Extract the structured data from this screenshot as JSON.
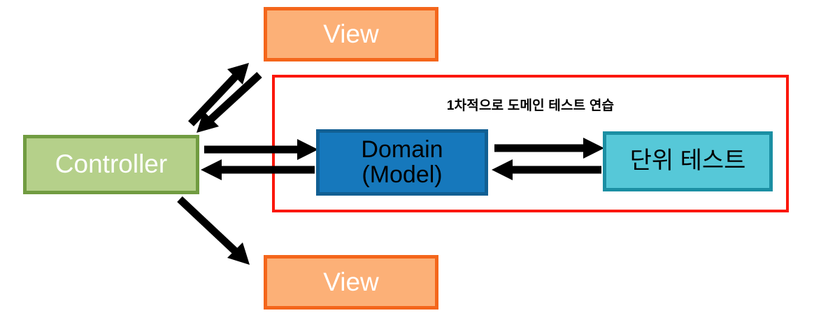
{
  "diagram": {
    "title_caption": "1차적으로 도메인 테스트 연습",
    "background_color": "#ffffff",
    "nodes": {
      "view_top": {
        "label": "View",
        "fill": "#fcb077",
        "border": "#f4661b",
        "text_color": "#ffffff"
      },
      "view_bottom": {
        "label": "View",
        "fill": "#fcb077",
        "border": "#f4661b",
        "text_color": "#ffffff"
      },
      "controller": {
        "label": "Controller",
        "fill": "#b5d08a",
        "border": "#719c41",
        "text_color": "#ffffff"
      },
      "domain": {
        "label_line1": "Domain",
        "label_line2": "(Model)",
        "fill": "#1678bc",
        "border": "#115f93",
        "text_color": "#000000"
      },
      "unit_test": {
        "label": "단위 테스트",
        "fill": "#56c8d8",
        "border": "#1b8fa3",
        "text_color": "#000000"
      }
    },
    "group_box": {
      "caption": "1차적으로 도메인 테스트 연습",
      "border_color": "#fb1709"
    },
    "connectors": [
      {
        "name": "controller-to-view-top",
        "from": "controller",
        "to": "view_top",
        "direction": "up-right",
        "color": "#000000"
      },
      {
        "name": "view-top-to-controller",
        "from": "view_top",
        "to": "controller",
        "direction": "down-left",
        "color": "#000000"
      },
      {
        "name": "controller-to-domain",
        "from": "controller",
        "to": "domain",
        "direction": "right",
        "color": "#000000"
      },
      {
        "name": "domain-to-controller",
        "from": "domain",
        "to": "controller",
        "direction": "left",
        "color": "#000000"
      },
      {
        "name": "controller-to-view-bottom",
        "from": "controller",
        "to": "view_bottom",
        "direction": "down-right",
        "color": "#000000"
      },
      {
        "name": "domain-to-unit-test",
        "from": "domain",
        "to": "unit_test",
        "direction": "right",
        "color": "#000000"
      },
      {
        "name": "unit-test-to-domain",
        "from": "unit_test",
        "to": "domain",
        "direction": "left",
        "color": "#000000"
      }
    ]
  }
}
